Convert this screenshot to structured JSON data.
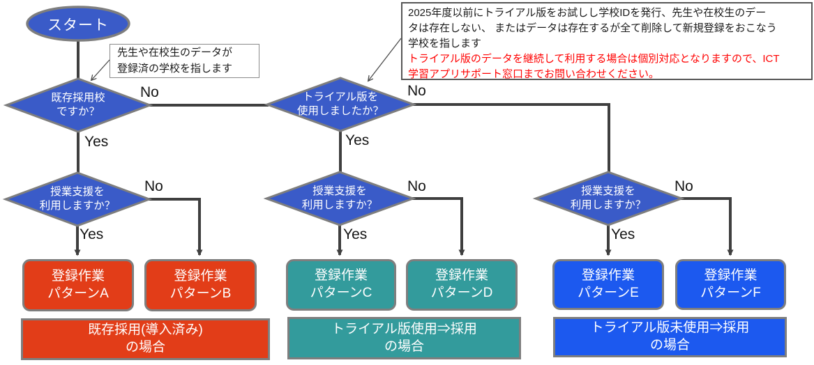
{
  "flowchart": {
    "start": {
      "label": "スタート"
    },
    "labels": {
      "yes": "Yes",
      "no": "No"
    },
    "decisions": {
      "existing_school": {
        "text": "既存採用校\nですか？"
      },
      "trial_used": {
        "text": "トライアル版を\n使用しましたか？"
      },
      "lesson_support_left": {
        "text": "授業支援を\n利用しますか？"
      },
      "lesson_support_mid": {
        "text": "授業支援を\n利用しますか？"
      },
      "lesson_support_right": {
        "text": "授業支援を\n利用しますか？"
      }
    },
    "notes": {
      "existing_school_note": "先生や在校生のデータが\n登録済の学校を指します",
      "trial_note_black": "2025年度以前にトライアル版をお試しし学校IDを発行、先生や在校生のデー\nタは存在しない、 またはデータは存在するが全て削除して新規登録をおこなう\n学校を指します",
      "trial_note_red": "トライアル版のデータを継続して利用する場合は個別対応となりますので、ICT\n学習アプリサポート窓口までお問い合わせください。"
    },
    "results": {
      "pattern_a": "登録作業\nパターンA",
      "pattern_b": "登録作業\nパターンB",
      "pattern_c": "登録作業\nパターンC",
      "pattern_d": "登録作業\nパターンD",
      "pattern_e": "登録作業\nパターンE",
      "pattern_f": "登録作業\nパターンF"
    },
    "categories": {
      "existing": "既存採用(導入済み)\nの場合",
      "trial_used": "トライアル版使用⇒採用\nの場合",
      "trial_not_used": "トライアル版未使用⇒採用\nの場合"
    },
    "colors": {
      "node_blue": "#3A5BC8",
      "result_red": "#E23D18",
      "result_teal": "#339B9C",
      "result_blue": "#1C59EF",
      "shape_border_gray": "#7E7E7E",
      "connector_dark": "#3F3F3F",
      "note_red_text": "#FF0000"
    }
  }
}
